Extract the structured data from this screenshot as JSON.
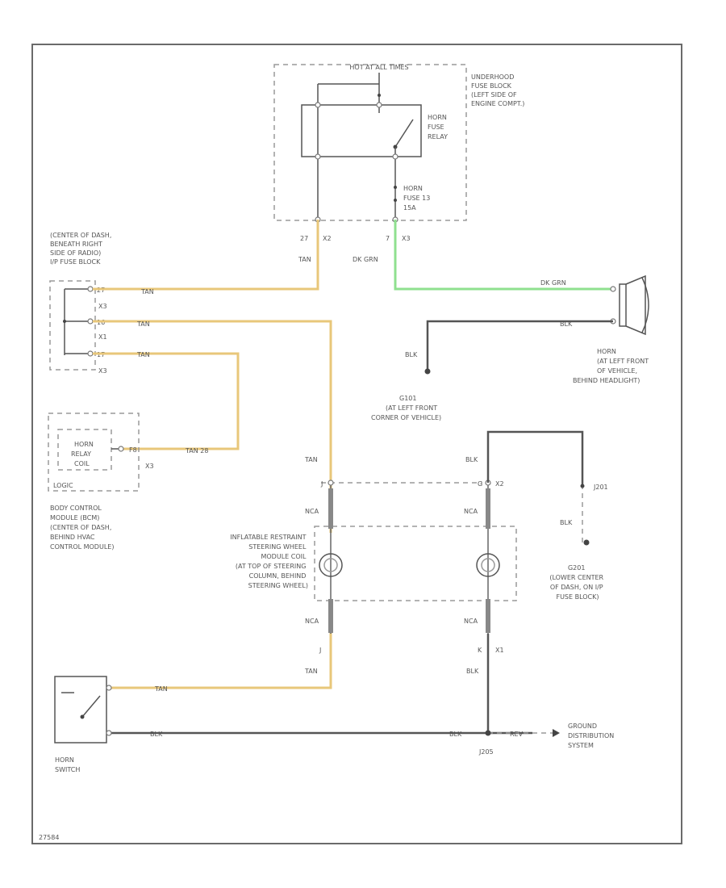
{
  "fuse_block": {
    "hot_label": "HOT AT ALL TIMES",
    "name_lines": [
      "UNDERHOOD",
      "FUSE BLOCK",
      "(LEFT SIDE OF",
      "ENGINE COMPT.)"
    ],
    "relay_lines": [
      "HORN",
      "FUSE",
      "RELAY"
    ],
    "fuse_lines": [
      "HORN",
      "FUSE 13",
      "15A"
    ],
    "pin_left": "27",
    "conn_left": "X2",
    "pin_right": "7",
    "conn_right": "X3"
  },
  "dash_block": {
    "name_lines": [
      "(CENTER OF DASH,",
      "BENEATH RIGHT",
      "SIDE OF RADIO)",
      "I/P FUSE BLOCK"
    ],
    "pins": [
      "27",
      "X3",
      "16",
      "X1",
      "17",
      "X3"
    ]
  },
  "wires": {
    "tan": "TAN",
    "tan_28": "TAN 28",
    "dk_grn": "DK GRN",
    "blk": "BLK",
    "nca": "NCA",
    "blk_ground": "BLK",
    "rev": "REV"
  },
  "horn": {
    "name_lines": [
      "HORN",
      "(AT LEFT FRONT",
      "OF VEHICLE,",
      "BEHIND HEADLIGHT)"
    ]
  },
  "g101": {
    "name_lines": [
      "G101",
      "(AT LEFT FRONT",
      "CORNER OF VEHICLE)"
    ]
  },
  "bcm": {
    "coil_lines": [
      "HORN",
      "RELAY",
      "COIL"
    ],
    "logic": "LOGIC",
    "pin": "F8",
    "conn": "X3",
    "name_lines": [
      "BODY CONTROL",
      "MODULE (BCM)",
      "(CENTER OF DASH,",
      "BEHIND HVAC",
      "CONTROL MODULE)"
    ]
  },
  "coil": {
    "name_lines": [
      "INFLATABLE RESTRAINT",
      "STEERING WHEEL",
      "MODULE COIL",
      "(AT TOP OF STEERING",
      "COLUMN, BEHIND",
      "STEERING WHEEL)"
    ],
    "pin_top_left": "J",
    "pin_top_right": "G",
    "conn_top": "X2",
    "pin_bottom_left": "J",
    "pin_bottom_right": "K",
    "conn_bottom": "X1"
  },
  "ground_right": {
    "splice": "J201",
    "name_lines": [
      "G201",
      "(LOWER CENTER",
      "OF DASH, ON I/P",
      "FUSE BLOCK)"
    ]
  },
  "horn_switch": {
    "name_lines": [
      "HORN",
      "SWITCH"
    ]
  },
  "ground_dist": {
    "splice": "J205",
    "name_lines": [
      "GROUND",
      "DISTRIBUTION",
      "SYSTEM"
    ]
  },
  "footer_code": "27584",
  "colors": {
    "tan": "#e8c77a",
    "green": "#8fe08f",
    "black": "#555555"
  }
}
